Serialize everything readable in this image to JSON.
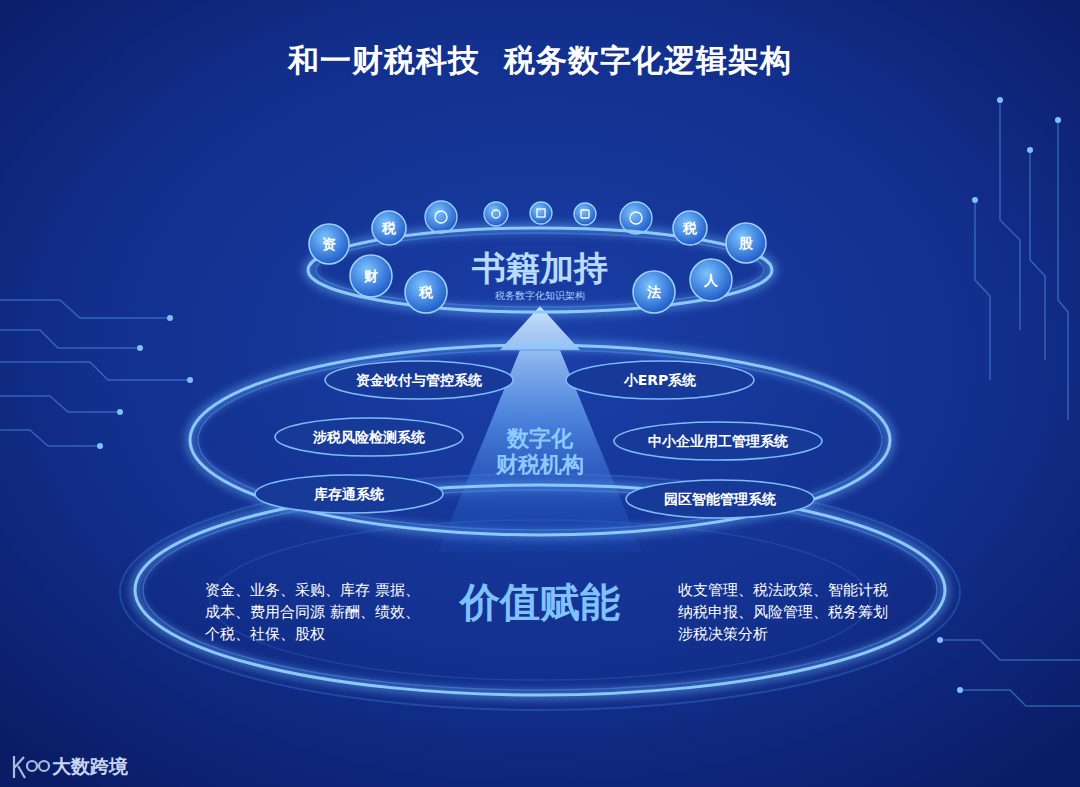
{
  "diagram": {
    "title": "和一财税科技  税务数字化逻辑架构",
    "nodes": [
      {
        "text": [
          "书籍加持",
          "税务数字化知识架构"
        ]
      },
      {
        "text": [
          "资"
        ],
        "in": 0
      },
      {
        "text": [
          "税"
        ],
        "in": 0
      },
      {
        "text": [
          "税"
        ],
        "in": 0
      },
      {
        "text": [
          "股"
        ],
        "in": 0
      },
      {
        "text": [
          "财"
        ],
        "in": 0
      },
      {
        "text": [
          "税"
        ],
        "in": 0
      },
      {
        "text": [
          "法"
        ],
        "in": 0
      },
      {
        "text": [
          "人"
        ],
        "in": 0
      },
      {
        "text": [
          "数字化 财税机构"
        ]
      },
      {
        "text": [
          "资金收付与管控系统"
        ],
        "in": 9
      },
      {
        "text": [
          "小ERP系统"
        ],
        "in": 9
      },
      {
        "text": [
          "涉税风险检测系统"
        ],
        "in": 9
      },
      {
        "text": [
          "中小企业用工管理系统"
        ],
        "in": 9
      },
      {
        "text": [
          "库存通系统"
        ],
        "in": 9
      },
      {
        "text": [
          "园区智能管理系统"
        ],
        "in": 9
      },
      {
        "text": [
          "价值赋能",
          "资金、业务、采购、库存 票据、成本、费用合同源 薪酬、绩效、个税、社保、股权",
          "收支管理、税法政策、智能计税 纳税申报、风险管理、税务筹划 涉税决策分析"
        ]
      }
    ],
    "labels": [
      "大数跨境"
    ]
  }
}
